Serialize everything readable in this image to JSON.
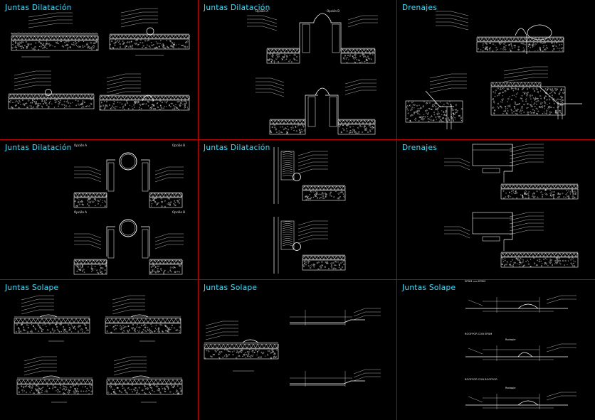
{
  "sheet": {
    "background": "#000000",
    "grid_color": "#c00000",
    "title_color": "#33e0ff",
    "line_color": "#ffffff"
  },
  "panels": [
    {
      "title": "Juntas Dilatación",
      "labels": []
    },
    {
      "title": "Juntas Dilatación",
      "labels": [
        "Opción A",
        "Opción B"
      ]
    },
    {
      "title": "Drenajes",
      "labels": []
    },
    {
      "title": "Juntas Dilatación",
      "labels": [
        "Opción A",
        "Opción B",
        "Opción A",
        "Opción B"
      ]
    },
    {
      "title": "Juntas Dilatación",
      "labels": []
    },
    {
      "title": "Drenajes",
      "labels": []
    },
    {
      "title": "Juntas Solape",
      "labels": []
    },
    {
      "title": "Juntas Solape",
      "labels": []
    },
    {
      "title": "Juntas Solape",
      "labels": [
        "EPDM con EPDM",
        "Rodapie",
        "ROOFPOR CON EPDM",
        "Rodapie",
        "ROOFPOR CON ROOFPOR"
      ]
    }
  ]
}
